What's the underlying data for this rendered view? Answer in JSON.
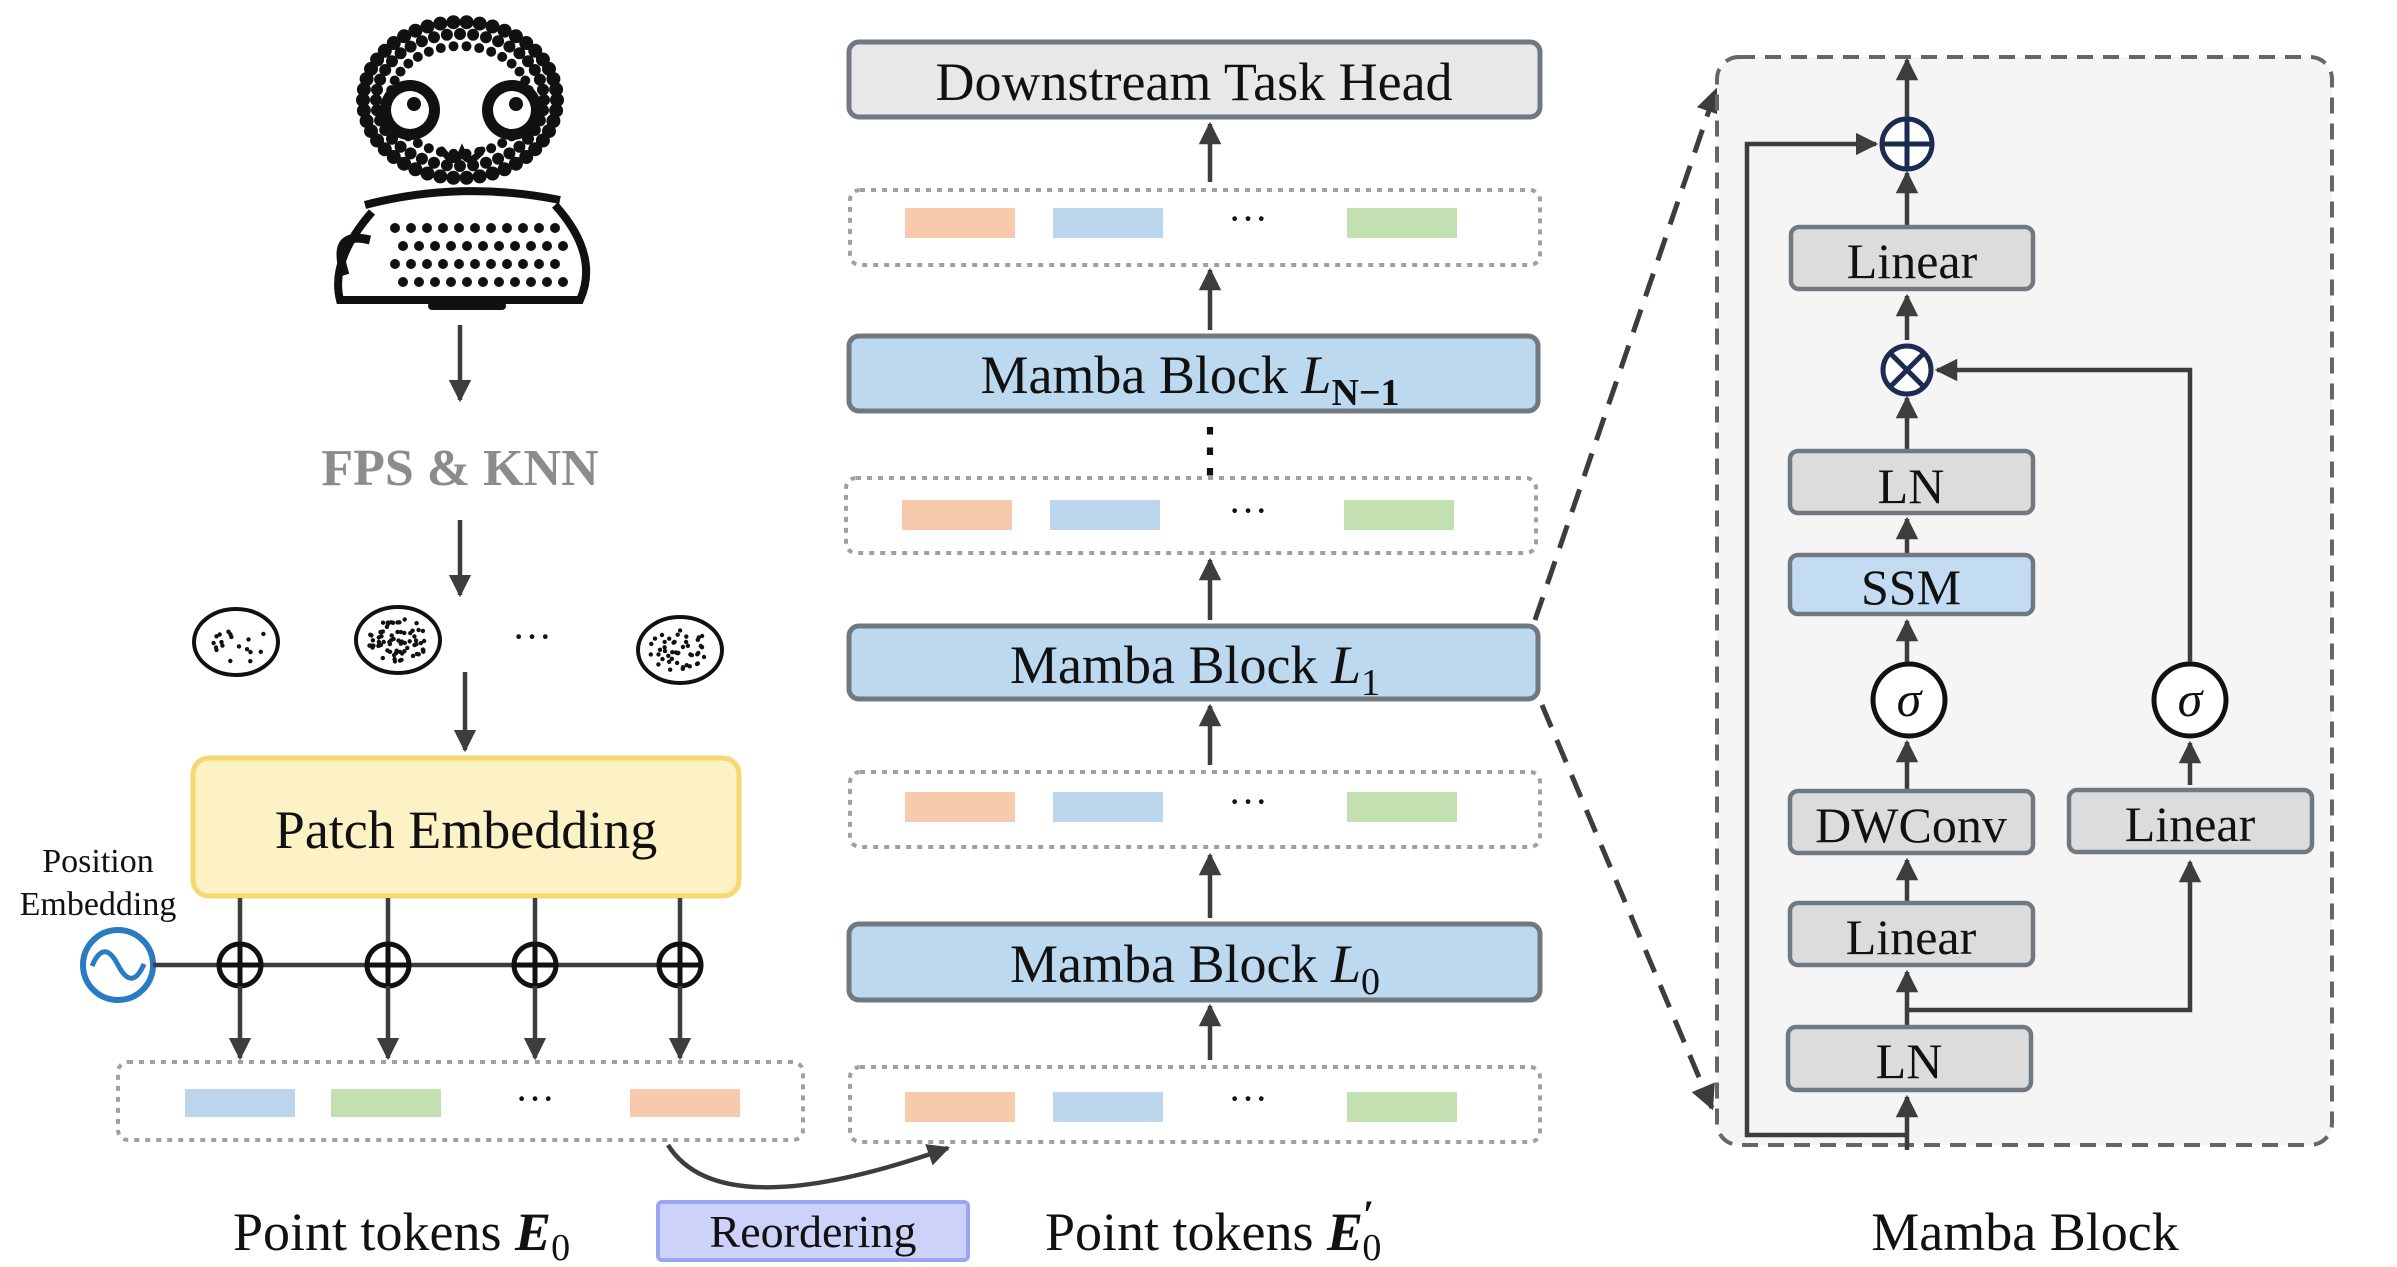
{
  "labels": {
    "downstream_head": "Downstream Task Head",
    "mamba_block": "Mamba Block",
    "sub_n1": "N−1",
    "sub_1": "1",
    "sub_0": "0",
    "fps_knn": "FPS & KNN",
    "patch_embedding": "Patch Embedding",
    "position_line1": "Position",
    "position_line2": "Embedding",
    "point_tokens": "Point tokens",
    "reordering": "Reordering",
    "ellipsis": "···",
    "vdots": "⋮"
  },
  "block_detail": {
    "title": "Mamba Block",
    "linear_top": "Linear",
    "ln_mid": "LN",
    "ssm": "SSM",
    "dwconv": "DWConv",
    "linear_left": "Linear",
    "linear_right": "Linear",
    "ln_bottom": "LN",
    "sigma": "σ"
  },
  "colors": {
    "token_orange": "#f7c9ad",
    "token_blue": "#bcd6ee",
    "token_green": "#c2e0b0",
    "mamba_blue": "#bcd9f0",
    "patch_yellow": "#fdf1c6",
    "patch_border": "#f6d870",
    "reorder_fill": "#cdd2fa",
    "reorder_border": "#9ba6f0",
    "pos_icon": "#2a7bbf"
  }
}
